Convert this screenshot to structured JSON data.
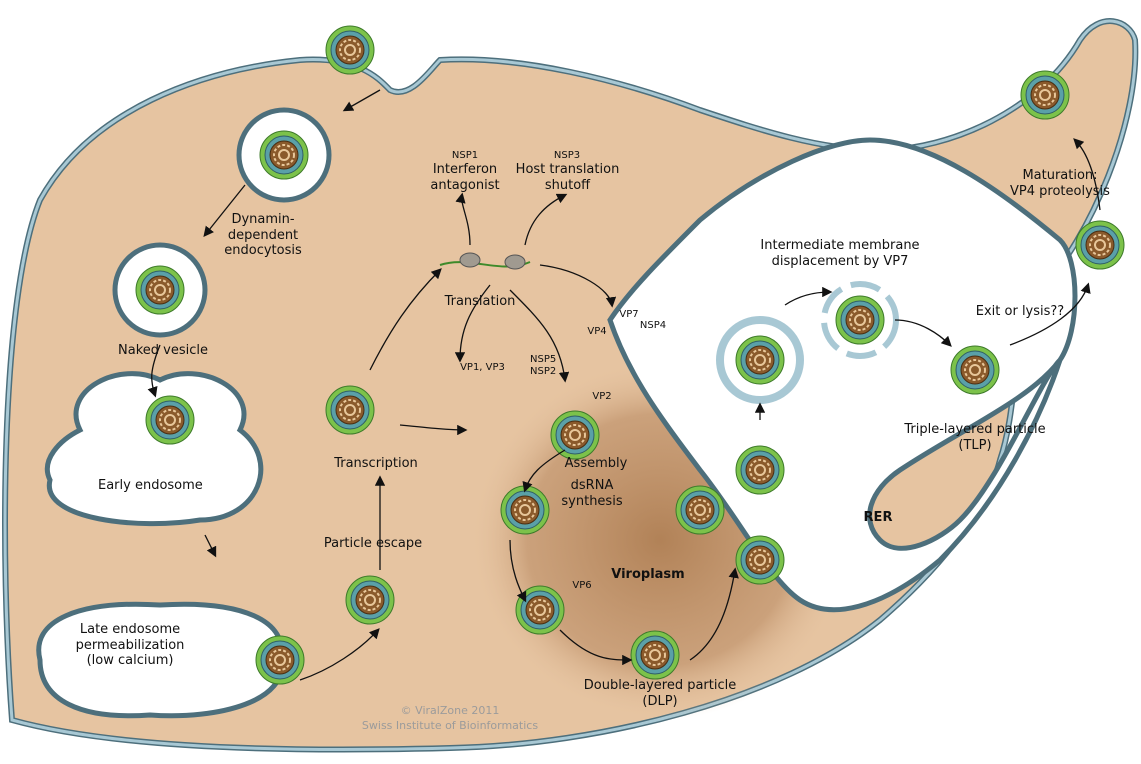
{
  "title": "Rotavirus replication cycle",
  "colors": {
    "cytoplasm": "#e6c4a1",
    "membrane": "#a8c8d4",
    "membrane_edge": "#4d6f7c",
    "viroplasm": "#b98a62",
    "capsid_outer": "#7cc24a",
    "capsid_mid": "#5aa0a8",
    "core": "#8a5a2b",
    "spike": "#f1d61e",
    "exterior": "#ffffff"
  },
  "steps": {
    "endocytosis": "Dynamin-dependent\nendocytosis",
    "naked_vesicle": "Naked vesicle",
    "early_endosome": "Early endosome",
    "late_endosome": "Late endosome\npermeabilization\n(low calcium)",
    "particle_escape": "Particle escape",
    "transcription": "Transcription",
    "translation": "Translation",
    "assembly": "Assembly",
    "dsrna": "dsRNA\nsynthesis",
    "dlp": "Double-layered particle\n(DLP)",
    "membrane_displacement": "Intermediate membrane\ndisplacement by VP7",
    "tlp": "Triple-layered particle\n(TLP)",
    "exit": "Exit or lysis??",
    "maturation": "Maturation:\nVP4 proteolysis"
  },
  "proteins": {
    "nsp1_name": "NSP1",
    "nsp1_role": "Interferon\nantagonist",
    "nsp3_name": "NSP3",
    "nsp3_role": "Host translation\nshutoff",
    "vp1_vp3": "VP1, VP3",
    "nsp5_nsp2": "NSP5\nNSP2",
    "vp2": "VP2",
    "vp4": "VP4",
    "vp6": "VP6",
    "vp7": "VP7",
    "nsp4": "NSP4"
  },
  "compartments": {
    "viroplasm": "Viroplasm",
    "rer": "RER"
  },
  "credit": {
    "line1": "© ViralZone 2011",
    "line2": "Swiss Institute of Bioinformatics"
  }
}
